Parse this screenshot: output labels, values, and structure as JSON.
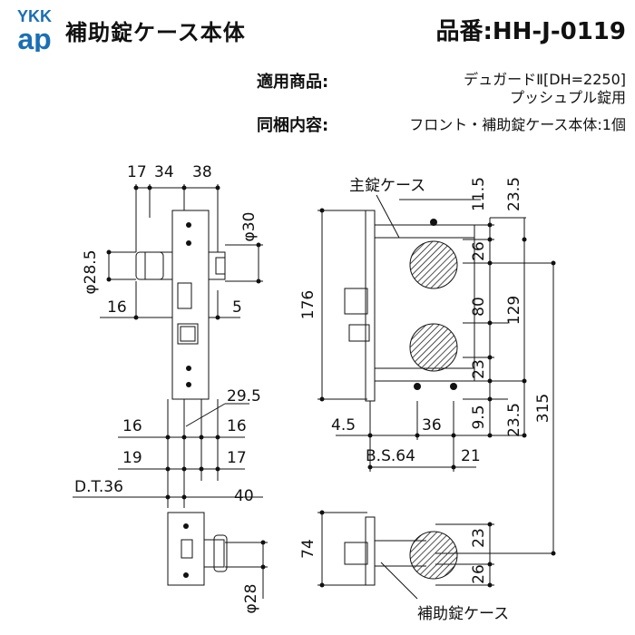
{
  "header": {
    "logo_top": "YKK",
    "logo_bottom": "ap",
    "title": "補助錠ケース本体",
    "part_number": "品番:HH-J-0119"
  },
  "specs": [
    {
      "label": "適用商品:",
      "value_lines": [
        "デュガードⅡ[DH=2250]",
        "プッシュプル錠用"
      ]
    },
    {
      "label": "同梱内容:",
      "value_lines": [
        "フロント・補助錠ケース本体:1個"
      ]
    }
  ],
  "drawing": {
    "labels": {
      "main_case": "主錠ケース",
      "aux_case": "補助錠ケース",
      "bs": "B.S.64",
      "dt": "D.T.36"
    },
    "dimensions": {
      "top_17": "17",
      "top_34": "34",
      "top_38": "38",
      "phi28_5": "φ28.5",
      "phi30": "φ30",
      "left_16": "16",
      "right_5": "5",
      "d29_5": "29.5",
      "row1_16a": "16",
      "row1_16b": "16",
      "row2_19": "19",
      "row2_17": "17",
      "d40": "40",
      "phi28": "φ28",
      "h176": "176",
      "r11_5": "11.5",
      "r23_5a": "23.5",
      "r26a": "26",
      "r80": "80",
      "r23a": "23",
      "r129": "129",
      "r9_5": "9.5",
      "r23_5b": "23.5",
      "r315": "315",
      "d4_5": "4.5",
      "d36": "36",
      "d21": "21",
      "h74": "74",
      "b23": "23",
      "b26": "26"
    }
  }
}
